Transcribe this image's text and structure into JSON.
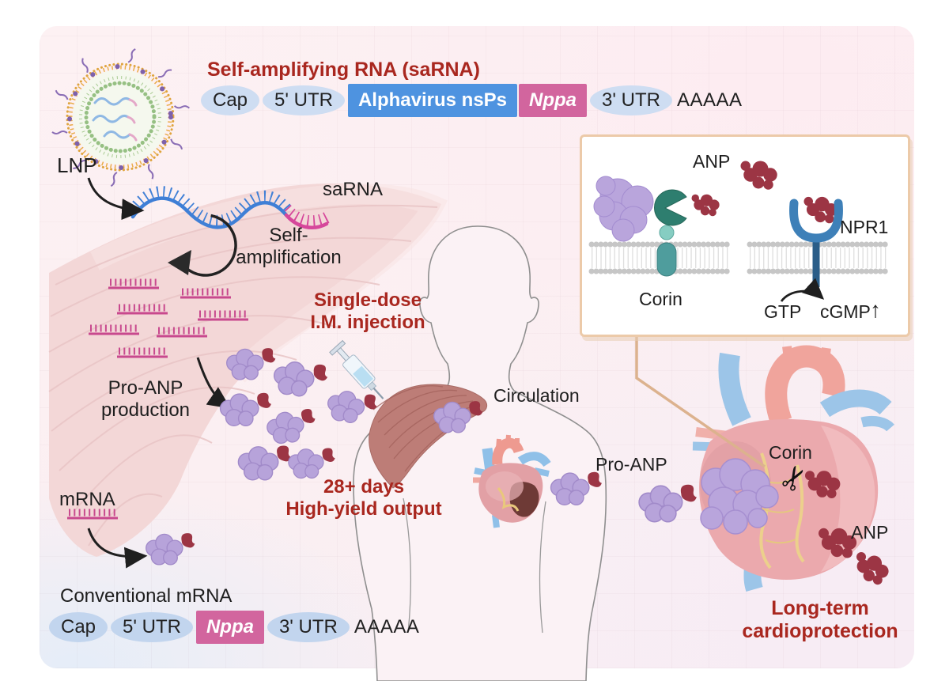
{
  "colors": {
    "accent_red": "#A9271F",
    "nsps_blue": "#4E93E0",
    "gene_pink": "#D2659E",
    "ellipse_blue": "#CEDDF2",
    "ellipse_blue_2": "#C2D5EE",
    "anp_red": "#9C3544",
    "proanp_purple": "#B7A3DA",
    "corin_teal": "#2E7E6F",
    "npr1_blue": "#3E80B8",
    "inset_border": "#ECCAA9",
    "rna_blue": "#3F7FD6",
    "rna_pink": "#D6479B"
  },
  "lnp": {
    "label": "LNP"
  },
  "sarna_panel": {
    "title": "Self-amplifying RNA (saRNA)",
    "cap": "Cap",
    "utr5": "5' UTR",
    "nsps": "Alphavirus nsPs",
    "gene": "Nppa",
    "utr3": "3' UTR",
    "poly_a": "AAAAA"
  },
  "liver": {
    "sarna_label": "saRNA",
    "self_amp_1": "Self-",
    "self_amp_2": "amplification",
    "pro_anp_1": "Pro-ANP",
    "pro_anp_2": "production",
    "mrna_label": "mRNA"
  },
  "injection": {
    "line1": "Single-dose",
    "line2": "I.M. injection"
  },
  "output": {
    "line1": "28+ days",
    "line2": "High-yield output"
  },
  "body": {
    "circulation": "Circulation",
    "pro_anp": "Pro-ANP"
  },
  "inset": {
    "anp": "ANP",
    "corin": "Corin",
    "npr1": "NPR1",
    "gtp": "GTP",
    "cgmp": "cGMP",
    "cgmp_arrow": "↑"
  },
  "heart": {
    "corin": "Corin",
    "anp": "ANP",
    "scissors": "✂",
    "outcome_1": "Long-term",
    "outcome_2": "cardioprotection"
  },
  "mrna_panel": {
    "title": "Conventional mRNA",
    "cap": "Cap",
    "utr5": "5' UTR",
    "gene": "Nppa",
    "utr3": "3' UTR",
    "poly_a": "AAAAA"
  }
}
